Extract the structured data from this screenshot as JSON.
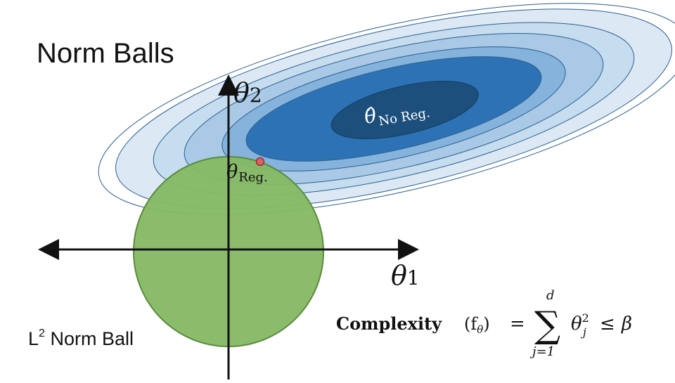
{
  "slide": {
    "title": "Norm Balls",
    "ball_label": {
      "prefix": "L",
      "superscript": "2",
      "text": "Norm Ball"
    }
  },
  "axes": {
    "x_symbol": "θ",
    "x_subscript": "1",
    "y_symbol": "θ",
    "y_subscript": "2"
  },
  "points": {
    "no_reg": {
      "symbol": "θ̂",
      "subscript": "No Reg."
    },
    "reg": {
      "symbol": "θ",
      "subscript": "Reg."
    }
  },
  "formula": {
    "complexity": "Complexity",
    "argument": "(f",
    "argument_sub": "θ",
    "argument_close": ")",
    "equals": "=",
    "sum": "∑",
    "upper": "d",
    "lower": "j=1",
    "term": "θ",
    "term_sup": "2",
    "term_sub": "j",
    "leq": "≤",
    "beta": "β"
  },
  "colors": {
    "contour_fills": [
      "#dce9f5",
      "#c6dcef",
      "#a9c9e6",
      "#85b3dc",
      "#2d72b5",
      "#1d4f7c"
    ],
    "contour_stroke": "#2b5f8f",
    "ball_fill": "#85b964",
    "ball_stroke": "#5a8a3e",
    "point_fill": "#e06060",
    "point_stroke": "#8a2020",
    "axis": "#111111"
  }
}
